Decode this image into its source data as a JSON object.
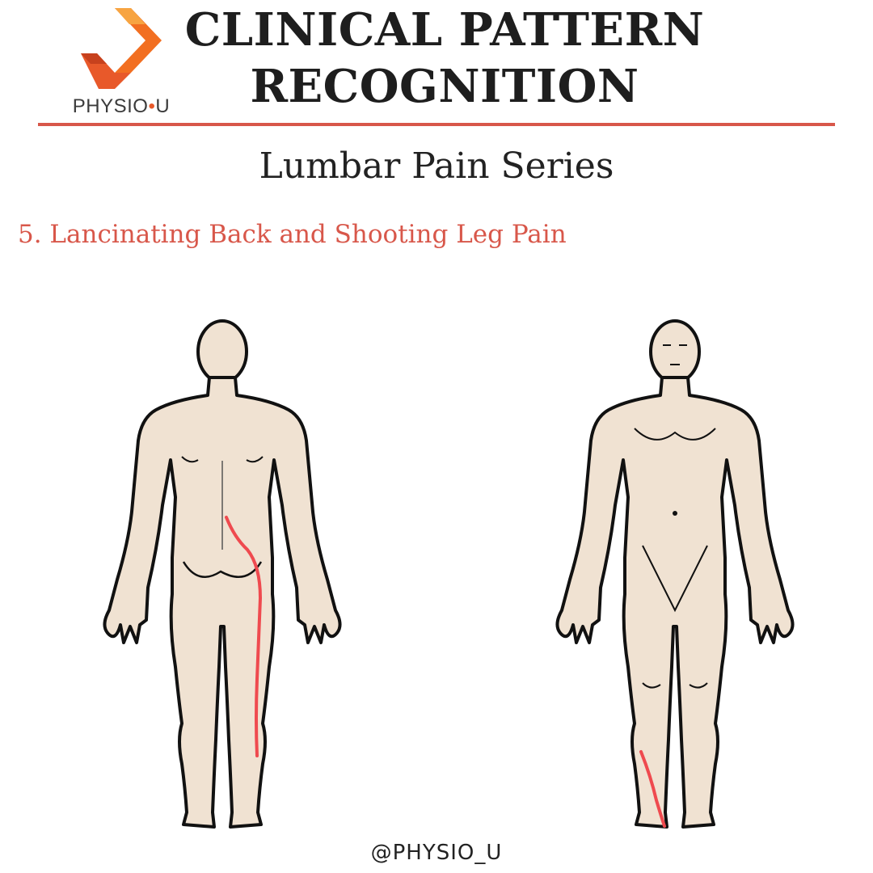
{
  "brand": {
    "logo_text_left": "PHYSIO",
    "logo_dot": "•",
    "logo_text_right": "U",
    "logo_icon": "physio-u-chevron-logo",
    "accent_color": "#e8592a"
  },
  "header": {
    "title_line1": "CLINICAL PATTERN",
    "title_line2": "RECOGNITION",
    "rule_color": "#d8574a"
  },
  "series": {
    "title": "Lumbar Pain Series"
  },
  "pattern": {
    "label": "5. Lancinating Back and Shooting Leg Pain",
    "color": "#d8574a"
  },
  "diagram": {
    "views": [
      "posterior-body",
      "anterior-body"
    ],
    "skin_color": "#f0e2d2",
    "outline_color": "#111111",
    "pain_line_color": "#ef4a4f"
  },
  "footer": {
    "handle": "@PHYSIO_U"
  }
}
